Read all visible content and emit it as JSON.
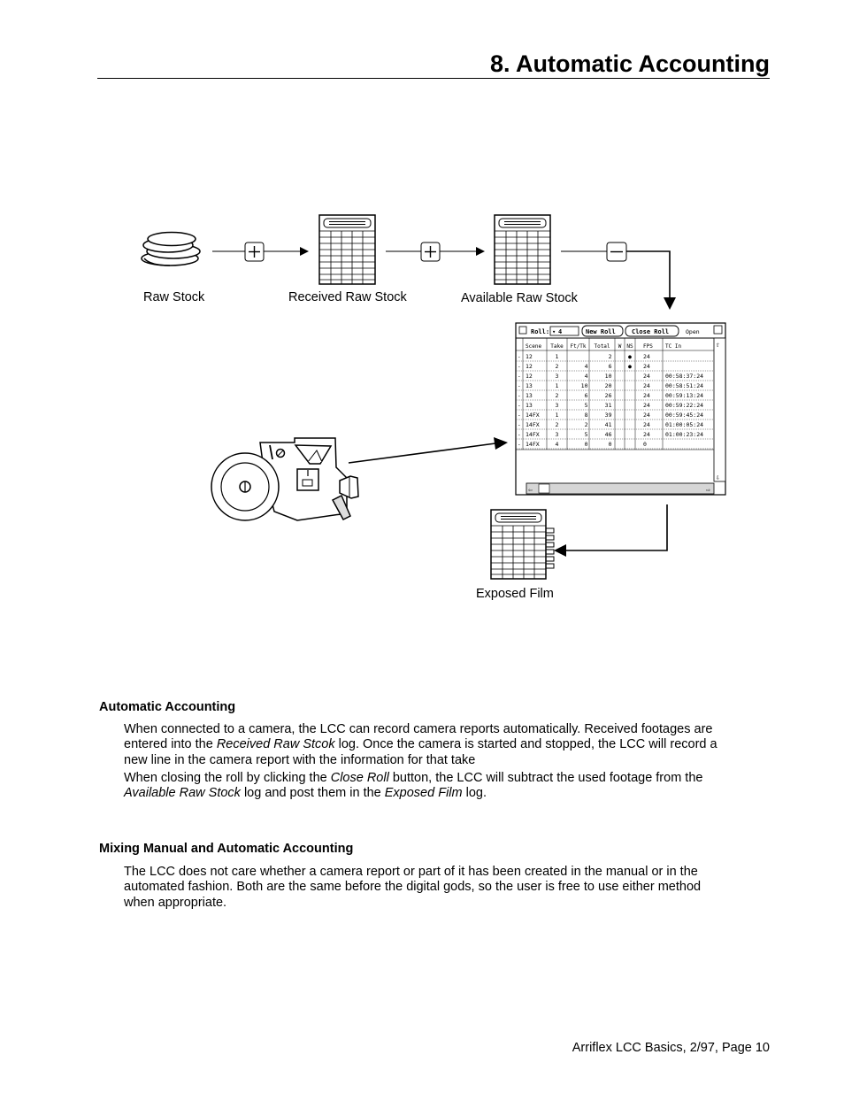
{
  "page": {
    "title": "8. Automatic Accounting",
    "footer": "Arriflex LCC Basics, 2/97, Page 10"
  },
  "diagram": {
    "labels": {
      "raw_stock": "Raw Stock",
      "received_raw_stock": "Received Raw Stock",
      "available_raw_stock": "Available Raw Stock",
      "exposed_film": "Exposed Film"
    },
    "operators": {
      "plus": "+",
      "minus": "−"
    },
    "camera_report": {
      "roll_label": "Roll:",
      "roll_value": "4",
      "new_roll_button": "New Roll",
      "close_roll_button": "Close Roll",
      "status": "Open",
      "columns": [
        "Scene",
        "Take",
        "Ft/Tk",
        "Total",
        "W",
        "NS",
        "FPS",
        "TC In"
      ],
      "rows": [
        [
          "12",
          "1",
          "",
          "2",
          "",
          "●",
          "24",
          ""
        ],
        [
          "12",
          "2",
          "4",
          "6",
          "",
          "●",
          "24",
          ""
        ],
        [
          "12",
          "3",
          "4",
          "10",
          "",
          "",
          "24",
          "00:58:37:24"
        ],
        [
          "13",
          "1",
          "10",
          "20",
          "",
          "",
          "24",
          "00:58:51:24"
        ],
        [
          "13",
          "2",
          "6",
          "26",
          "",
          "",
          "24",
          "00:59:13:24"
        ],
        [
          "13",
          "3",
          "5",
          "31",
          "",
          "",
          "24",
          "00:59:22:24"
        ],
        [
          "14FX",
          "1",
          "8",
          "39",
          "",
          "",
          "24",
          "00:59:45:24"
        ],
        [
          "14FX",
          "2",
          "2",
          "41",
          "",
          "",
          "24",
          "01:00:05:24"
        ],
        [
          "14FX",
          "3",
          "5",
          "46",
          "",
          "",
          "24",
          "01:00:23:24"
        ],
        [
          "14FX",
          "4",
          "0",
          "0",
          "",
          "",
          "0",
          ""
        ]
      ]
    }
  },
  "sections": [
    {
      "heading": "Automatic Accounting",
      "p1_a": "When connected to a camera, the LCC can record camera reports automatically. Received footages are entered into the ",
      "p1_b": "Received Raw Stcok",
      "p1_c": " log. Once the camera is started and stopped, the LCC will record a new line in the camera report with the information for that take",
      "p2_a": "When closing the roll by clicking the ",
      "p2_b": "Close Roll",
      "p2_c": " button, the LCC will subtract the used footage from the ",
      "p2_d": "Available Raw Stock",
      "p2_e": " log and post them in the ",
      "p2_f": "Exposed Film",
      "p2_g": " log."
    },
    {
      "heading": "Mixing Manual and Automatic Accounting",
      "p1": "The LCC does not care whether a camera report or part of it has been created in the manual or in the automated fashion. Both are the same before the digital gods, so the user is free to use either method when appropriate."
    }
  ]
}
